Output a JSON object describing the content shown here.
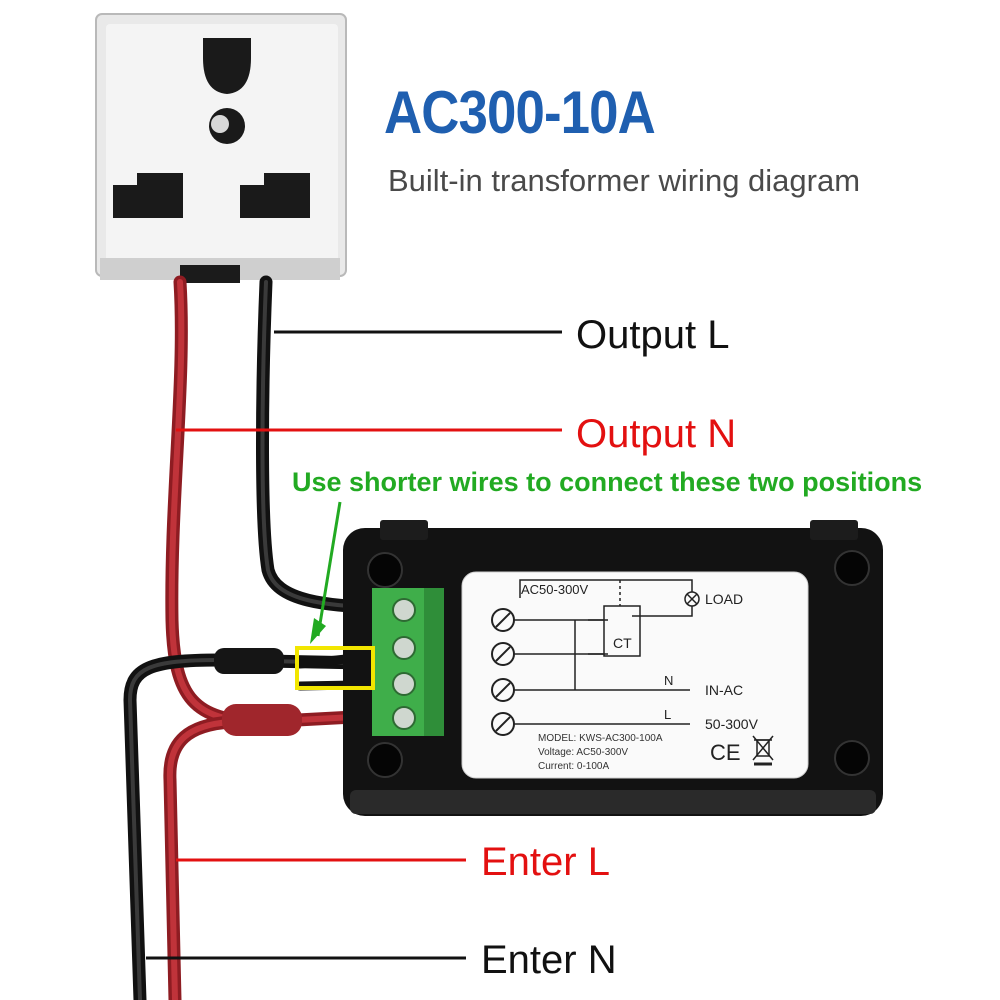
{
  "title": "AC300-10A",
  "subtitle": "Built-in transformer wiring diagram",
  "labels": {
    "output_l": "Output L",
    "output_n": "Output N",
    "note": "Use shorter wires to connect these two positions",
    "enter_l": "Enter L",
    "enter_n": "Enter N"
  },
  "device_label": {
    "voltage_range": "AC50-300V",
    "load": "LOAD",
    "ct": "CT",
    "n": "N",
    "l": "L",
    "in_ac": "IN-AC",
    "in_voltage": "50-300V",
    "model": "MODEL: KWS-AC300-100A",
    "voltage": "Voltage: AC50-300V",
    "current": "Current: 0-100A",
    "ce": "CE"
  },
  "colors": {
    "title": "#1f5fb0",
    "red_wire": "#b3262c",
    "black_wire": "#1a1a1a",
    "highlight": "#f2e600",
    "note_arrow": "#22aa22",
    "terminal_green": "#3fae4a"
  }
}
